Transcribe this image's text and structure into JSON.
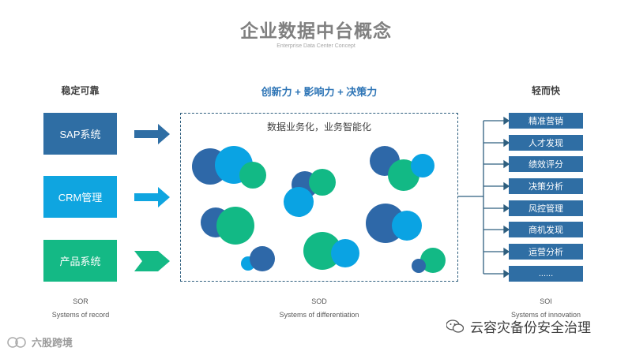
{
  "header": {
    "title": "企业数据中台概念",
    "subtitle": "Enterprise Data Center Concept"
  },
  "columns": {
    "left_heading": "稳定可靠",
    "middle_heading": "创新力 + 影响力 + 决策力",
    "right_heading": "轻而快"
  },
  "left_systems": [
    {
      "label": "SAP系统",
      "color": "#2f6ea4"
    },
    {
      "label": "CRM管理",
      "color": "#0fa5e0"
    },
    {
      "label": "产品系统",
      "color": "#14b985"
    }
  ],
  "middle": {
    "label": "数据业务化，业务智能化",
    "circle_colors": [
      "#2e68a8",
      "#0aa3e3",
      "#12b985"
    ]
  },
  "right_items": [
    "精准营销",
    "人才发现",
    "绩效评分",
    "决策分析",
    "风控管理",
    "商机发现",
    "运营分析",
    "......"
  ],
  "footers": {
    "left": [
      "SOR",
      "Systems of record"
    ],
    "middle": [
      "SOD",
      "Systems of differentiation"
    ],
    "right": [
      "SOI",
      "Systems of innovation"
    ]
  },
  "watermarks": {
    "right": "云容灾备份安全治理",
    "left": "六股跨境"
  }
}
